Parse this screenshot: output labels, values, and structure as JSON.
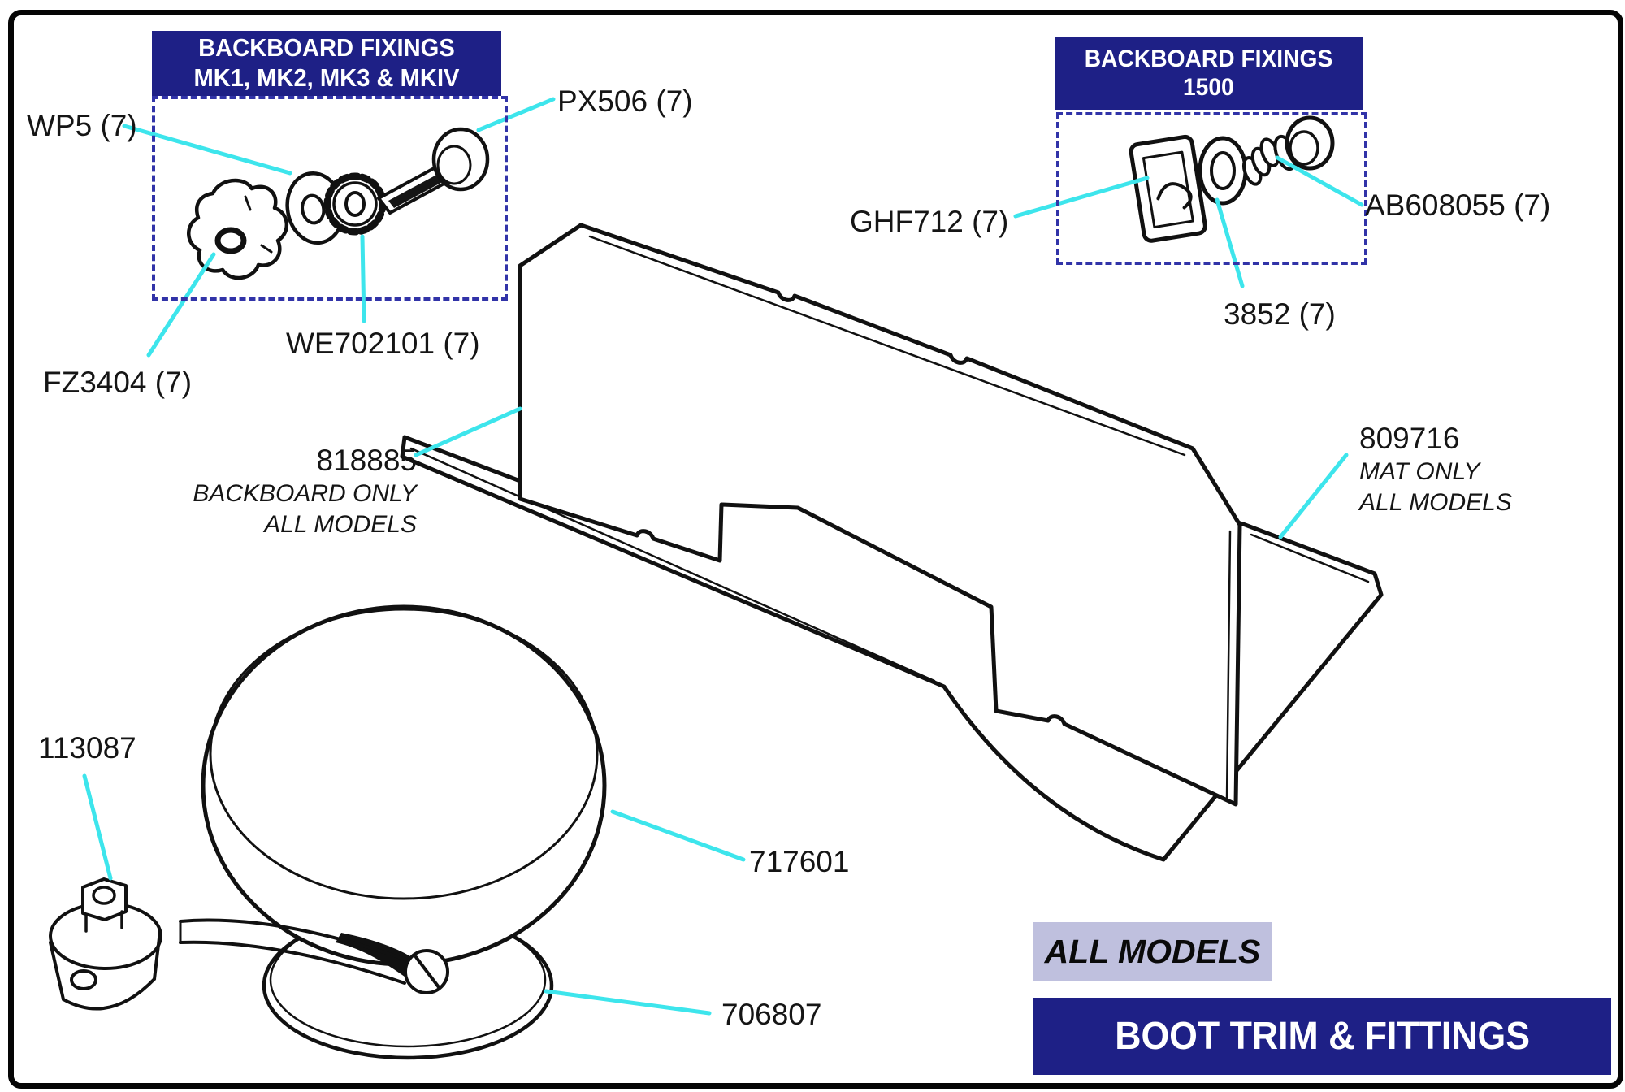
{
  "page_title": "BOOT TRIM & FITTINGS",
  "all_models_badge": "ALL MODELS",
  "boxes": {
    "mk_box": {
      "line1": "BACKBOARD FIXINGS",
      "line2": "MK1, MK2, MK3 & MKIV"
    },
    "box_1500": {
      "line1": "BACKBOARD FIXINGS",
      "line2": "1500"
    }
  },
  "labels": {
    "wp5": "WP5 (7)",
    "px506": "PX506 (7)",
    "fz3404": "FZ3404 (7)",
    "we702101": "WE702101 (7)",
    "ghf712": "GHF712 (7)",
    "ab608055": "AB608055 (7)",
    "p3852": "3852 (7)",
    "p818885": {
      "number": "818885",
      "line2": "BACKBOARD ONLY",
      "line3": "ALL MODELS"
    },
    "p809716": {
      "number": "809716",
      "line2": "MAT ONLY",
      "line3": "ALL MODELS"
    },
    "p113087": "113087",
    "p717601": "717601",
    "p706807": "706807"
  },
  "colors": {
    "navy": "#1e2086",
    "dashed_border": "#3133a8",
    "leader_cyan": "#3de5ec",
    "lavender": "#bfc0de",
    "ink": "#151515"
  }
}
